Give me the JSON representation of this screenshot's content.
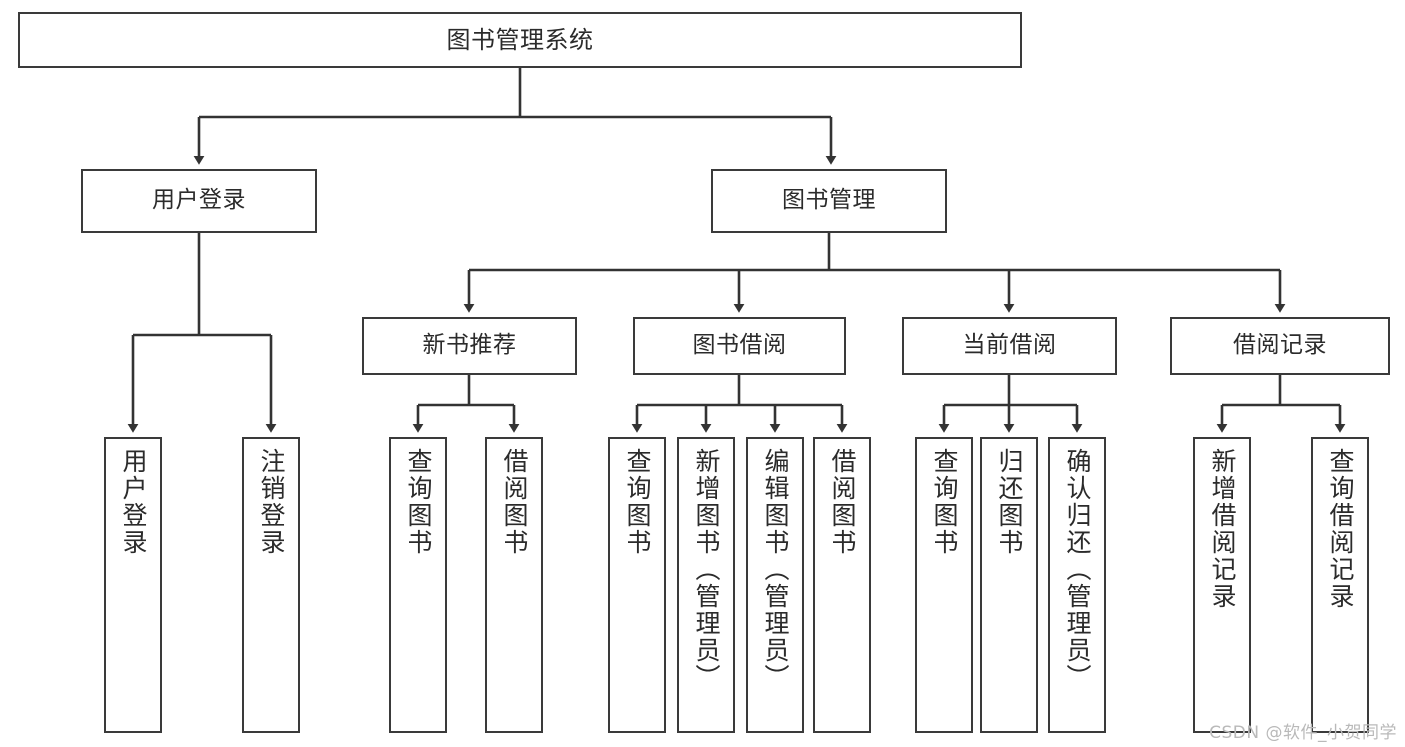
{
  "diagram": {
    "type": "tree",
    "title": "图书管理系统",
    "watermark": "CSDN @软件_小贺同学",
    "colors": {
      "box_border": "#3a3a3a",
      "box_fill": "#ffffff",
      "edge": "#333333",
      "text": "#2b2b2b",
      "watermark": "#b9b9b9",
      "background": "#ffffff"
    },
    "nodes": {
      "root": {
        "label": "图书管理系统"
      },
      "level1": [
        {
          "id": "user-login",
          "label": "用户登录"
        },
        {
          "id": "book-manage",
          "label": "图书管理"
        }
      ],
      "level2": [
        {
          "id": "new-book-rec",
          "label": "新书推荐"
        },
        {
          "id": "book-borrow",
          "label": "图书借阅"
        },
        {
          "id": "current-borrow",
          "label": "当前借阅"
        },
        {
          "id": "borrow-record",
          "label": "借阅记录"
        }
      ],
      "leaves": {
        "user-login": [
          {
            "id": "leaf-user-login",
            "label": "用户登录"
          },
          {
            "id": "leaf-logout-login",
            "label": "注销登录"
          }
        ],
        "new-book-rec": [
          {
            "id": "leaf-query-book-1",
            "label": "查询图书"
          },
          {
            "id": "leaf-borrow-book-1",
            "label": "借阅图书"
          }
        ],
        "book-borrow": [
          {
            "id": "leaf-query-book-2",
            "label": "查询图书"
          },
          {
            "id": "leaf-add-book",
            "label": "新增图书（管理员）"
          },
          {
            "id": "leaf-edit-book",
            "label": "编辑图书（管理员）"
          },
          {
            "id": "leaf-borrow-book-2",
            "label": "借阅图书"
          }
        ],
        "current-borrow": [
          {
            "id": "leaf-query-book-3",
            "label": "查询图书"
          },
          {
            "id": "leaf-return-book",
            "label": "归还图书"
          },
          {
            "id": "leaf-confirm-return",
            "label": "确认归还（管理员）"
          }
        ],
        "borrow-record": [
          {
            "id": "leaf-add-record",
            "label": "新增借阅记录"
          },
          {
            "id": "leaf-query-record",
            "label": "查询借阅记录"
          }
        ]
      }
    }
  }
}
